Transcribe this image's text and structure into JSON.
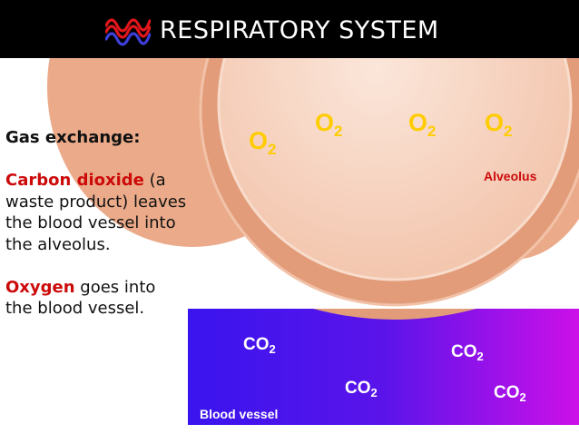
{
  "slide": {
    "title": "RESPIRATORY SYSTEM",
    "logo_icon": "wave-logo-icon"
  },
  "text_panel": {
    "heading": "Gas exchange:",
    "para1_highlight": "Carbon dioxide",
    "para1_rest": "(a waste product) leaves the blood vessel into the alveolus.",
    "para2_highlight": "Oxygen",
    "para2_rest": "goes into the blood vessel."
  },
  "diagram": {
    "alveolus_label": "Alveolus",
    "blood_vessel_label": "Blood vessel",
    "oxygen": [
      {
        "main": "O",
        "sub": "2"
      },
      {
        "main": "O",
        "sub": "2"
      },
      {
        "main": "O",
        "sub": "2"
      },
      {
        "main": "O",
        "sub": "2"
      }
    ],
    "carbon_dioxide": [
      {
        "main": "CO",
        "sub": "2"
      },
      {
        "main": "CO",
        "sub": "2"
      },
      {
        "main": "CO",
        "sub": "2"
      },
      {
        "main": "CO",
        "sub": "2"
      }
    ]
  },
  "colors": {
    "header_bg": "#000000",
    "title_text": "#ffffff",
    "highlight_red": "#cc0a0a",
    "oxygen_yellow": "#ffcc00",
    "alveolus_peach": "#ebab8a",
    "alveolus_inner": "#f7d3c0",
    "vessel_blue": "#3a14ee",
    "vessel_purple": "#cc10e8"
  }
}
